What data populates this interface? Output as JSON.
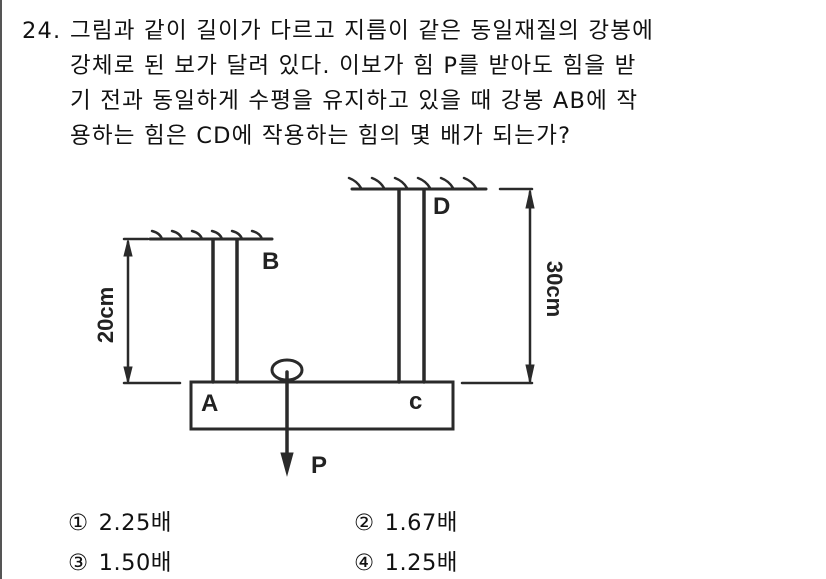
{
  "question": {
    "number": "24.",
    "lines": [
      "그림과 같이 길이가 다르고 지름이 같은 동일재질의 강봉에",
      "강체로 된 보가 달려 있다. 이보가 힘 P를 받아도 힘을 받",
      "기 전과 동일하게 수평을 유지하고 있을 때 강봉 AB에 작",
      "용하는 힘은 CD에 작용하는 힘의 몇 배가 되는가?"
    ]
  },
  "diagram": {
    "labels": {
      "A": "A",
      "B": "B",
      "C": "c",
      "D": "D",
      "P": "P"
    },
    "dimensions": {
      "left": "20cm",
      "right": "30cm"
    }
  },
  "choices": [
    {
      "mark": "①",
      "text": "2.25배"
    },
    {
      "mark": "②",
      "text": "1.67배"
    },
    {
      "mark": "③",
      "text": "1.50배"
    },
    {
      "mark": "④",
      "text": "1.25배"
    }
  ]
}
